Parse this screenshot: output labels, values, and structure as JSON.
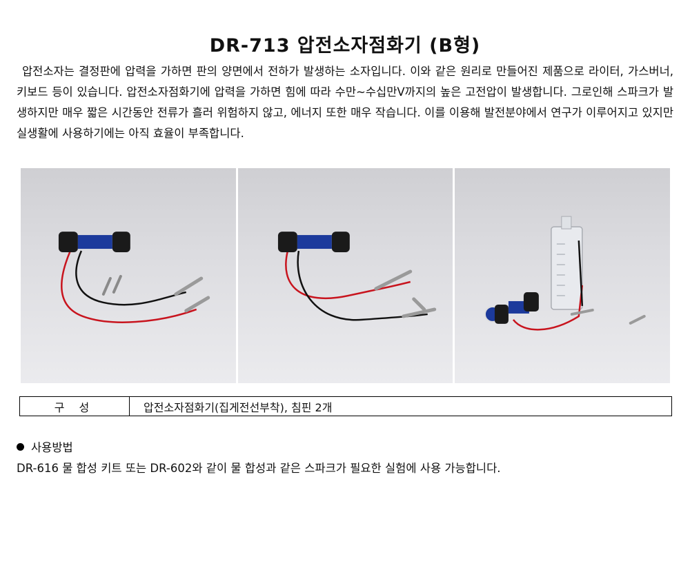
{
  "title": "DR-713  압전소자점화기 (B형)",
  "intro": "압전소자는 결정판에 압력을 가하면 판의 양면에서 전하가 발생하는 소자입니다. 이와 같은 원리로 만들어진 제품으로 라이터, 가스버너, 키보드 등이 있습니다. 압전소자점화기에 압력을 가하면 힘에 따라 수만~수십만V까지의 높은 고전압이 발생합니다. 그로인해 스파크가 발생하지만 매우 짧은 시간동안 전류가 흘러 위험하지 않고, 에너지 또한 매우 작습니다. 이를 이용해 발전분야에서 연구가 이루어지고 있지만 실생활에 사용하기에는 아직 효율이 부족합니다.",
  "spec": {
    "label": "구 성",
    "value": "압전소자점화기(집게전선부착), 침핀 2개"
  },
  "usage": {
    "heading": "사용방법",
    "text": "DR-616 물 합성 키트 또는 DR-602와 같이 물 합성과 같은 스파크가 필요한 실험에 사용 가능합니다."
  }
}
